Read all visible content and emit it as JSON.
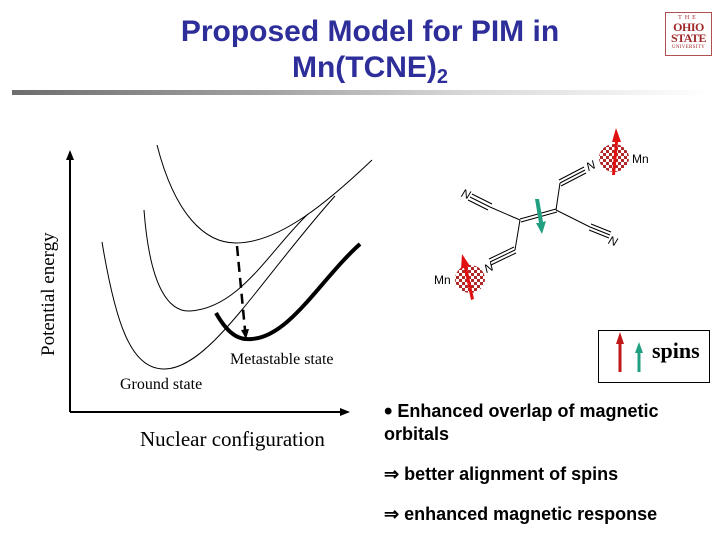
{
  "slide": {
    "title_line1": "Proposed Model for PIM in",
    "title_line2": "Mn(TCNE)",
    "title_subscript": "2",
    "title_color": "#2e2e9a",
    "logo": {
      "the": "THE",
      "line1": "OHIO",
      "line2": "STATE",
      "line3": "UNIVERSITY",
      "color": "#a02828"
    }
  },
  "energy_diagram": {
    "y_axis_label": "Potential energy",
    "x_axis_label": "Nuclear configuration",
    "ground_state_label": "Ground state",
    "metastable_state_label": "Metastable state"
  },
  "molecule": {
    "metal_label_top": "Mn",
    "metal_label_bottom": "Mn",
    "nitrogen_label": "N",
    "spin_up_color": "#e01010",
    "spin_down_color": "#20a080"
  },
  "legend": {
    "label": "spins",
    "metal_spin_color": "#c01818",
    "ligand_spin_color": "#20a080"
  },
  "bullets": {
    "bullet_symbol": "•",
    "point1": "Enhanced overlap of magnetic orbitals",
    "implies_symbol": "⇒",
    "point2": "better alignment of spins",
    "point3": "enhanced magnetic response"
  }
}
